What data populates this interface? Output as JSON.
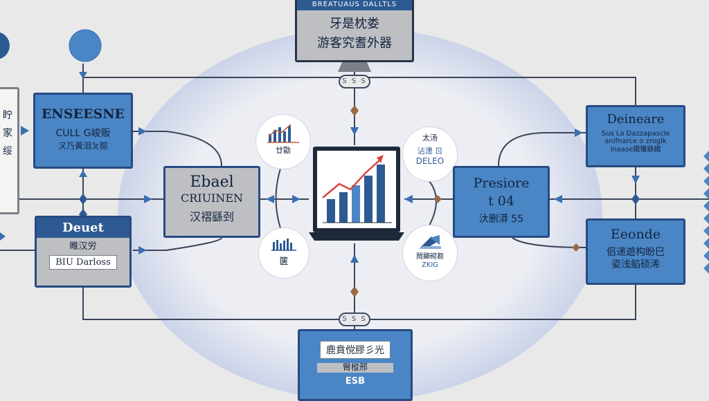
{
  "header_box": {
    "title": "BREATUAUS DALLTLS",
    "line1": "牙是枕娄",
    "line2": "游客究耆外器"
  },
  "pills": {
    "top": "S S S",
    "bottom": "S S S"
  },
  "left_cut": {
    "l1": "眝",
    "l2": "家",
    "l3": "绥"
  },
  "box_tl": {
    "title": "ENSEESNE",
    "sub": "CULL G峻贩",
    "sub2": "ㄡ乃黃泪ㄆ腙"
  },
  "box_ml": {
    "title": "Ebael",
    "sub": "CRIUINEN",
    "cn": "汉褶繇刭"
  },
  "box_bl": {
    "title": "Deuet",
    "cn": "睢汉労",
    "chip": "BIU Darloss"
  },
  "circle_tl": {
    "label": "廿勖"
  },
  "circle_bl": {
    "label": "箧"
  },
  "circle_tr": {
    "label": "太汤",
    "l2": "沾漶 ㄖ",
    "l3": "DELEO"
  },
  "circle_br": {
    "label": "鬧顯砌芻",
    "l2": "ZKIG"
  },
  "box_mr": {
    "title": "Presiore",
    "sub": "t 04",
    "cn": "汏删漭 55"
  },
  "box_tr": {
    "title": "Deineare",
    "l1": "Sus La Dazzapascle",
    "l2": "anifnarce o zroglk",
    "l3": "lnaase娥獲繇縐"
  },
  "box_br": {
    "title": "Eeonde",
    "l1": "侣递遊构盼巳",
    "l2": "姿浅餡硕浠"
  },
  "box_bottom": {
    "chip": "鹿賁傥膠彡光",
    "l2": "臀樅邢",
    "l3": "ESB"
  },
  "colors": {
    "blue": "#4a86c5",
    "navy": "#274a82",
    "grey": "#bdbfc2",
    "accent_red": "#d8453b"
  }
}
